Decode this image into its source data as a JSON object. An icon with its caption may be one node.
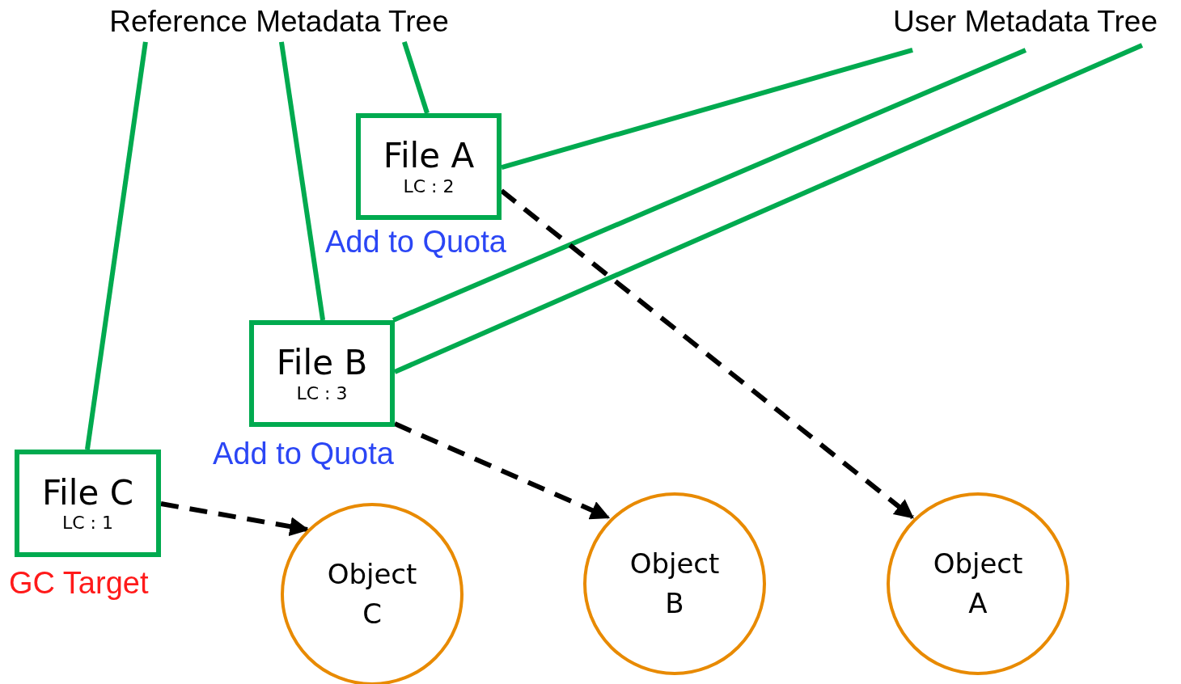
{
  "diagram": {
    "nodes": [
      {
        "text": [
          "Reference Metadata Tree"
        ]
      },
      {
        "text": [
          "User Metadata Tree"
        ]
      },
      {
        "text": [
          "File A",
          "LC : 2"
        ],
        "beside": [
          "Add to Quota"
        ]
      },
      {
        "text": [
          "File B",
          "LC : 3"
        ],
        "beside": [
          "Add to Quota"
        ]
      },
      {
        "text": [
          "File C",
          "LC : 1"
        ],
        "beside": [
          "GC Target"
        ]
      },
      {
        "text": [
          "Object C"
        ]
      },
      {
        "text": [
          "Object B"
        ]
      },
      {
        "text": [
          "Object A"
        ]
      }
    ],
    "edges": [
      {
        "from": 0,
        "to": 4,
        "arrow": "none"
      },
      {
        "from": 0,
        "to": 3,
        "arrow": "none"
      },
      {
        "from": 0,
        "to": 2,
        "arrow": "none"
      },
      {
        "from": 1,
        "to": 2,
        "arrow": "none"
      },
      {
        "from": 1,
        "to": 3,
        "arrow": "none"
      },
      {
        "from": 1,
        "to": 3,
        "arrow": "none"
      },
      {
        "from": 2,
        "to": 7,
        "arrow": "to",
        "style": "dashed",
        "color": "#000000"
      },
      {
        "from": 3,
        "to": 6,
        "arrow": "to",
        "style": "dashed",
        "color": "#000000"
      },
      {
        "from": 4,
        "to": 5,
        "arrow": "to",
        "style": "dashed",
        "color": "#000000"
      }
    ]
  }
}
